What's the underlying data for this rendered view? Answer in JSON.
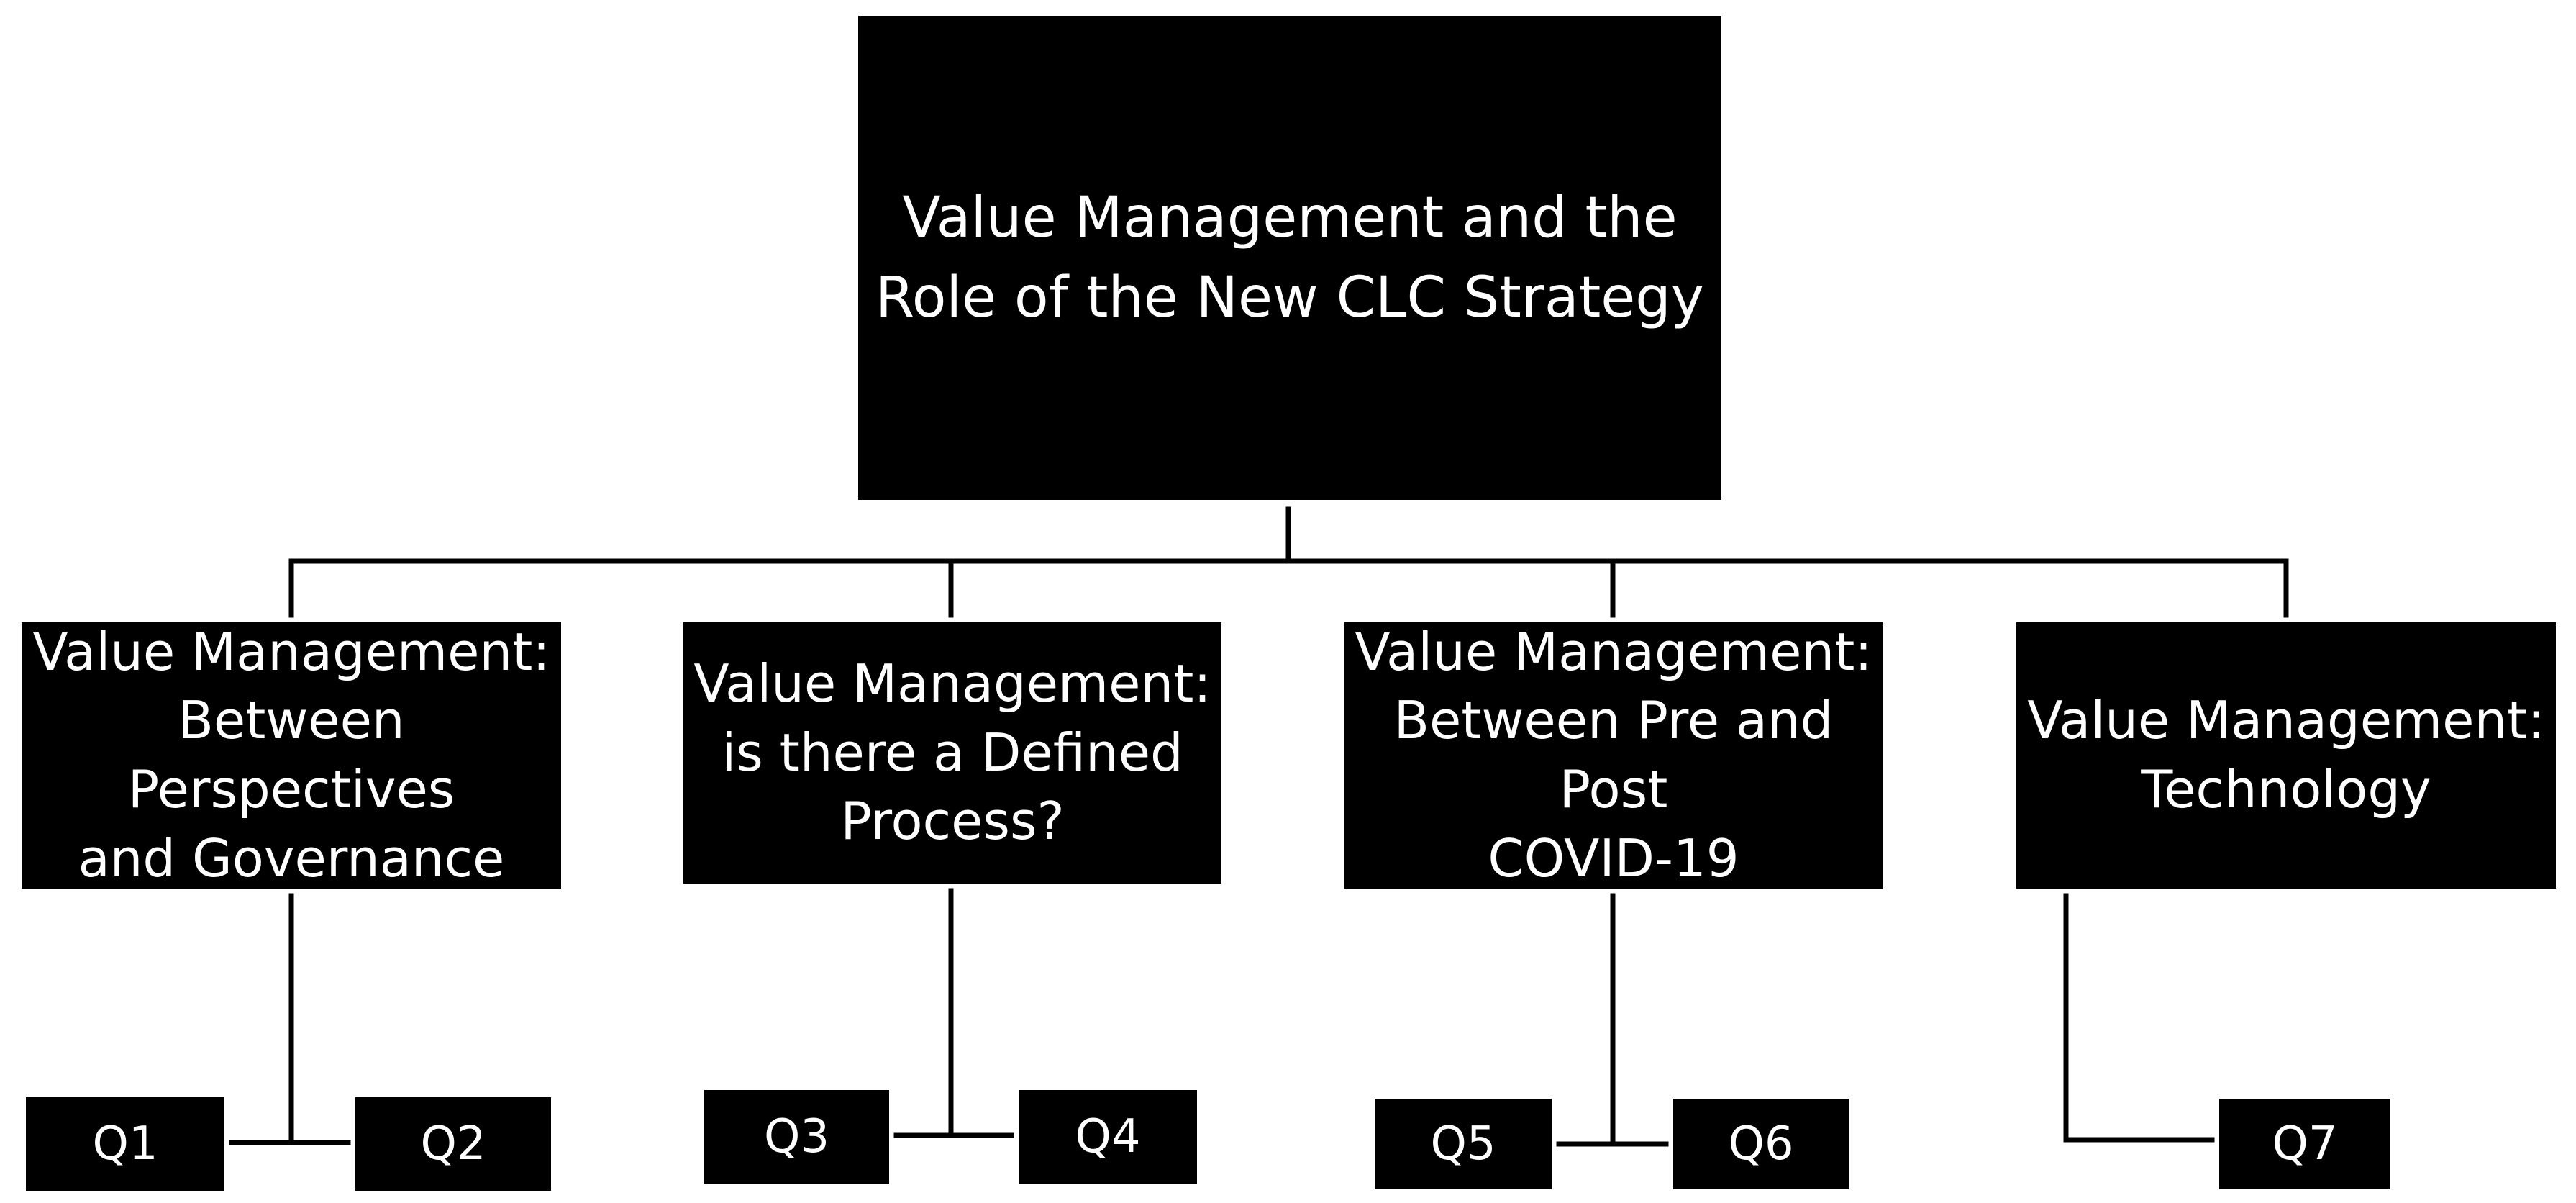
{
  "root": {
    "line1": "Value Management and the",
    "line2": "Role of the New CLC Strategy"
  },
  "categories": [
    {
      "lines": [
        "Value Management:",
        "Between Perspectives",
        "and Governance"
      ]
    },
    {
      "lines": [
        "Value Management:",
        "is there a Defined",
        "Process?"
      ]
    },
    {
      "lines": [
        "Value Management:",
        "Between Pre and Post",
        "COVID-19"
      ]
    },
    {
      "lines": [
        "Value Management:",
        "Technology"
      ]
    }
  ],
  "questions": [
    "Q1",
    "Q2",
    "Q3",
    "Q4",
    "Q5",
    "Q6",
    "Q7"
  ]
}
